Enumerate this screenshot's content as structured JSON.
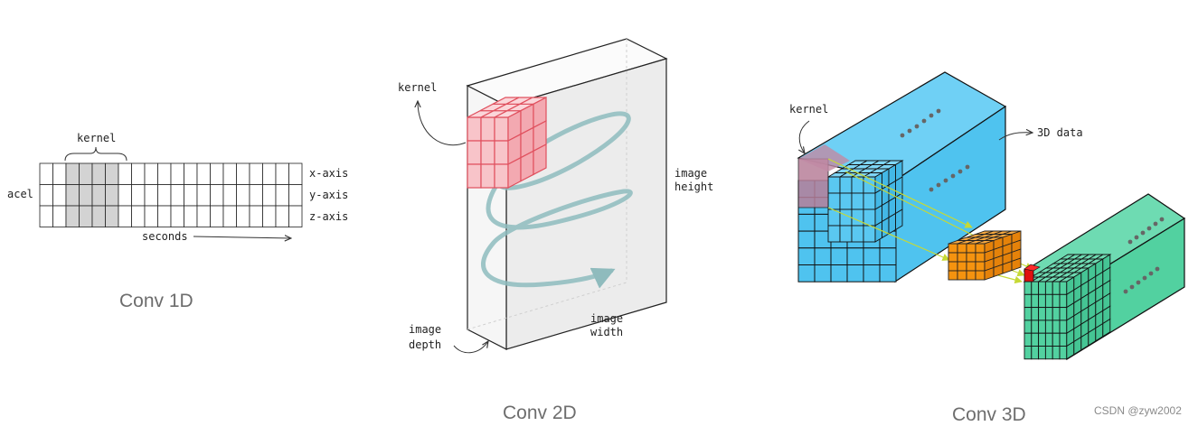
{
  "conv1d": {
    "caption": "Conv 1D",
    "kernel_label": "kernel",
    "row_label": "acel",
    "axis_labels": [
      "x-axis",
      "y-axis",
      "z-axis"
    ],
    "time_label": "seconds"
  },
  "conv2d": {
    "caption": "Conv 2D",
    "kernel_label": "kernel",
    "height_label": [
      "image",
      "height"
    ],
    "width_label": [
      "image",
      "width"
    ],
    "depth_label": [
      "image",
      "depth"
    ]
  },
  "conv3d": {
    "caption": "Conv 3D",
    "kernel_label": "kernel",
    "data_label": "3D data"
  },
  "watermark": "CSDN @zyw2002",
  "colors": {
    "kernel_red": "#e0505e",
    "kernel_fill": "#f8c4c9",
    "cube_blue": "#4fc3ef",
    "cube_green": "#52d1a0",
    "cube_orange": "#f5930f",
    "spiral": "#7fb3b5"
  }
}
